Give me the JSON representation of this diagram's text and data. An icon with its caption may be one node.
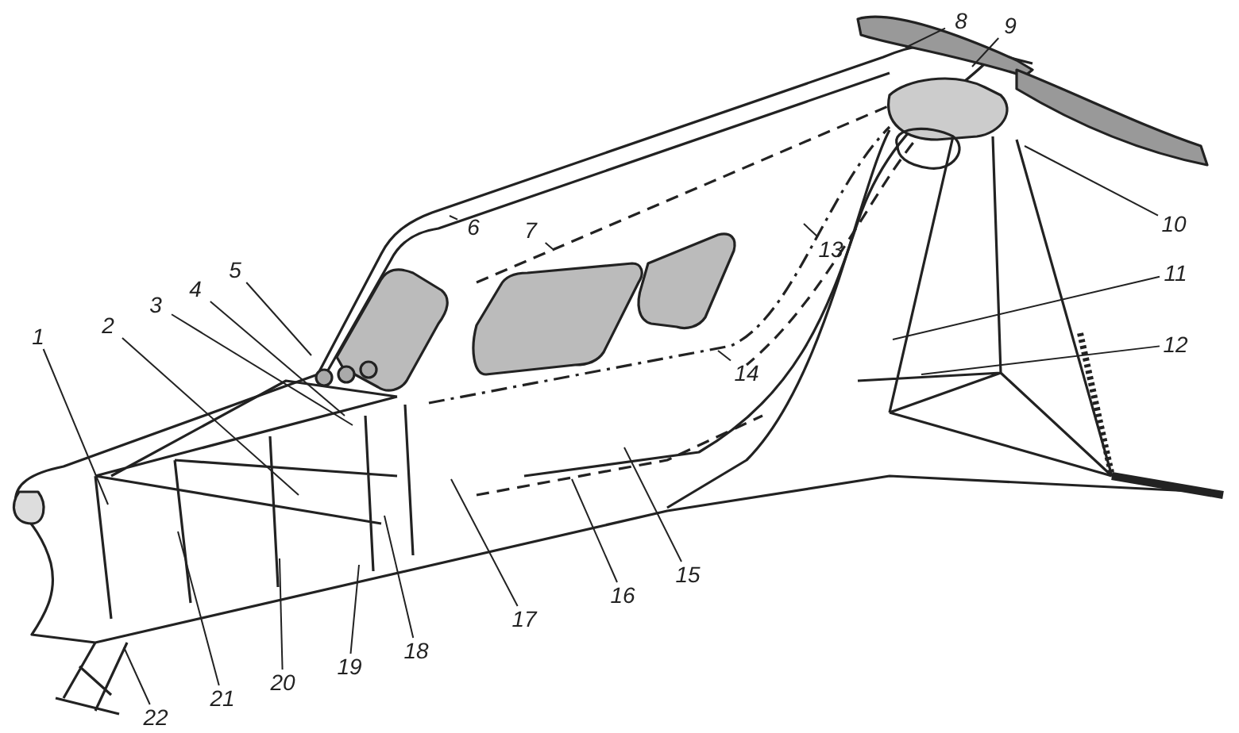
{
  "diagram": {
    "nodes": [
      {
        "text": [
          "1"
        ]
      },
      {
        "text": [
          "2"
        ]
      },
      {
        "text": [
          "3"
        ]
      },
      {
        "text": [
          "4"
        ]
      },
      {
        "text": [
          "5"
        ]
      },
      {
        "text": [
          "6"
        ]
      },
      {
        "text": [
          "7"
        ]
      },
      {
        "text": [
          "8"
        ]
      },
      {
        "text": [
          "9"
        ]
      },
      {
        "text": [
          "10"
        ]
      },
      {
        "text": [
          "11"
        ]
      },
      {
        "text": [
          "12"
        ]
      },
      {
        "text": [
          "13"
        ]
      },
      {
        "text": [
          "14"
        ]
      },
      {
        "text": [
          "15"
        ]
      },
      {
        "text": [
          "16"
        ]
      },
      {
        "text": [
          "17"
        ]
      },
      {
        "text": [
          "18"
        ]
      },
      {
        "text": [
          "19"
        ]
      },
      {
        "text": [
          "20"
        ]
      },
      {
        "text": [
          "21"
        ]
      },
      {
        "text": [
          "22"
        ]
      }
    ],
    "edges": [
      {
        "from": 0,
        "to": null,
        "arrow": "none"
      },
      {
        "from": 1,
        "to": null,
        "arrow": "none"
      },
      {
        "from": 2,
        "to": null,
        "arrow": "none"
      },
      {
        "from": 3,
        "to": null,
        "arrow": "none"
      },
      {
        "from": 4,
        "to": null,
        "arrow": "none"
      },
      {
        "from": 5,
        "to": null,
        "arrow": "none"
      },
      {
        "from": 6,
        "to": null,
        "arrow": "none"
      },
      {
        "from": 7,
        "to": null,
        "arrow": "none"
      },
      {
        "from": 8,
        "to": null,
        "arrow": "none"
      },
      {
        "from": 9,
        "to": null,
        "arrow": "none"
      },
      {
        "from": 10,
        "to": null,
        "arrow": "none"
      },
      {
        "from": 11,
        "to": null,
        "arrow": "none"
      },
      {
        "from": 12,
        "to": null,
        "arrow": "none"
      },
      {
        "from": 13,
        "to": null,
        "arrow": "none"
      },
      {
        "from": 14,
        "to": null,
        "arrow": "none"
      },
      {
        "from": 15,
        "to": null,
        "arrow": "none"
      },
      {
        "from": 16,
        "to": null,
        "arrow": "none"
      },
      {
        "from": 17,
        "to": null,
        "arrow": "none"
      },
      {
        "from": 18,
        "to": null,
        "arrow": "none"
      },
      {
        "from": 19,
        "to": null,
        "arrow": "none"
      },
      {
        "from": 20,
        "to": null,
        "arrow": "none"
      },
      {
        "from": 21,
        "to": null,
        "arrow": "none"
      }
    ]
  }
}
